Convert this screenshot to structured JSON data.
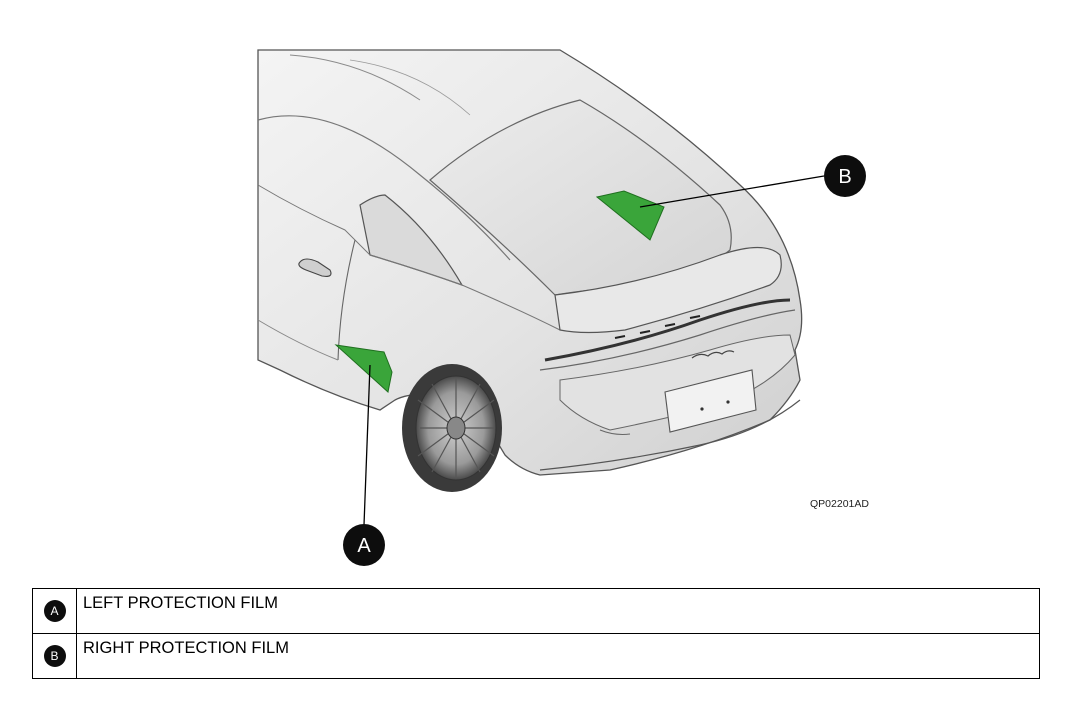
{
  "figure": {
    "code": "QP02201AD",
    "callouts": [
      {
        "letter": "A",
        "label": "LEFT PROTECTION FILM"
      },
      {
        "letter": "B",
        "label": "RIGHT PROTECTION FILM"
      }
    ],
    "colors": {
      "film_highlight": "#3aa53a",
      "callout_fill": "#0d0d0d"
    }
  },
  "legend": {
    "rows": [
      {
        "key": "A",
        "description": "LEFT PROTECTION FILM"
      },
      {
        "key": "B",
        "description": "RIGHT PROTECTION FILM"
      }
    ]
  }
}
